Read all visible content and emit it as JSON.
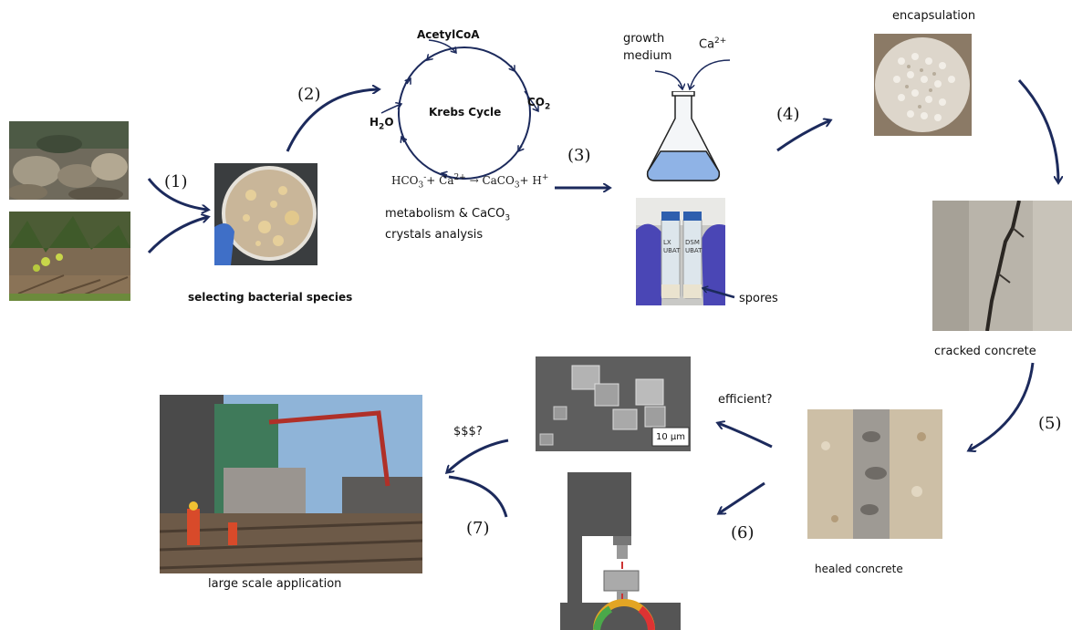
{
  "steps": {
    "s1": "(1)",
    "s2": "(2)",
    "s3": "(3)",
    "s4": "(4)",
    "s5": "(5)",
    "s6": "(6)",
    "s7": "(7)"
  },
  "labels": {
    "selecting": "selecting bacterial species",
    "krebs": "Krebs Cycle",
    "acetyl": "AcetylCoA",
    "h2o_main": "H",
    "h2o_sub": "2",
    "h2o_end": "O",
    "co2_main": "CO",
    "co2_sub": "2",
    "equation": {
      "a": "HCO",
      "a_sub": "3",
      "a_sup": "-",
      "b": "+ Ca",
      "b_sup": "2+",
      "c": " → CaCO",
      "c_sub": "3",
      "d": "+ H",
      "d_sup": "+"
    },
    "metabolism_l1a": "metabolism & CaCO",
    "metabolism_l1_sub": "3",
    "metabolism_l2": "crystals analysis",
    "growth1": "growth",
    "growth2": "medium",
    "ca_main": "Ca",
    "ca_sup": "2+",
    "spores": "spores",
    "encapsulation": "encapsulation",
    "cracked": "cracked concrete",
    "healed": "healed concrete",
    "efficient": "efficient?",
    "money": "$$$?",
    "large_scale": "large scale application",
    "scale_bar": "10 µm",
    "tube_left": "LX UBAT",
    "tube_right": "DSM UBAT"
  },
  "colors": {
    "arrow": "#1c2a5c",
    "liquid": "#8fb3e6",
    "flask_outline": "#222222",
    "press": "#555555"
  }
}
